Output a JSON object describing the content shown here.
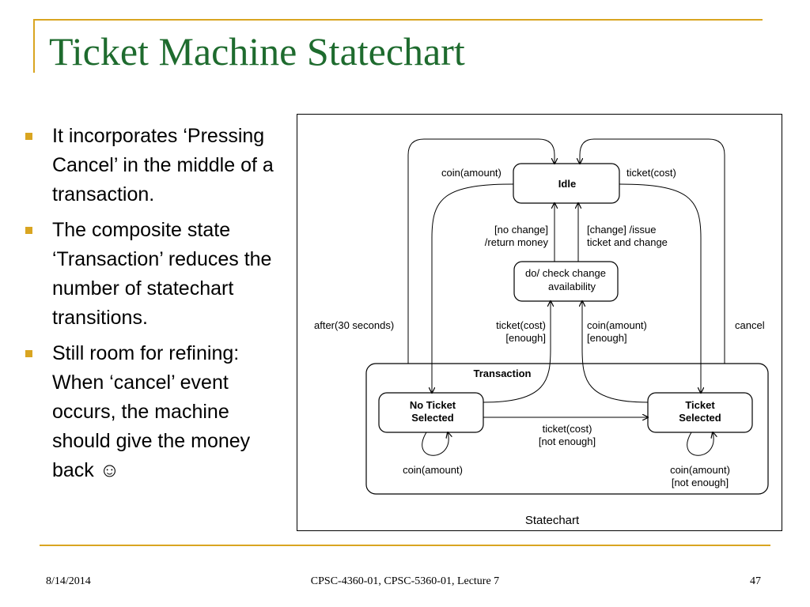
{
  "slide": {
    "title": "Ticket Machine Statechart",
    "accent_color": "#d9a521",
    "title_color": "#1e6b2e",
    "bullets": [
      "It incorporates ‘Pressing Cancel’ in the middle of a transaction.",
      "The composite state ‘Transaction’ reduces the number of statechart transitions.",
      "Still room for refining: When ‘cancel’ event occurs, the machine should give the money back ☺"
    ]
  },
  "diagram": {
    "caption": "Statechart",
    "states": {
      "idle": "Idle",
      "check_line1": "do/ check change",
      "check_line2": "availability",
      "composite": "Transaction",
      "no_ticket_line1": "No Ticket",
      "no_ticket_line2": "Selected",
      "ticket_line1": "Ticket",
      "ticket_line2": "Selected"
    },
    "transitions": {
      "coin_amount_top": "coin(amount)",
      "ticket_cost_top": "ticket(cost)",
      "no_change_1": "[no change]",
      "no_change_2": "/return money",
      "change_issue_1": "[change] /issue",
      "change_issue_2": "ticket and change",
      "after_30": "after(30 seconds)",
      "ticket_cost_enough_1": "ticket(cost)",
      "ticket_cost_enough_2": "[enough]",
      "coin_amount_enough_1": "coin(amount)",
      "coin_amount_enough_2": "[enough]",
      "cancel": "cancel",
      "ticket_not_enough_1": "ticket(cost)",
      "ticket_not_enough_2": "[not enough]",
      "coin_self_left": "coin(amount)",
      "coin_self_right_1": "coin(amount)",
      "coin_self_right_2": "[not enough]"
    }
  },
  "footer": {
    "date": "8/14/2014",
    "course": "CPSC-4360-01, CPSC-5360-01, Lecture 7",
    "page": "47"
  }
}
